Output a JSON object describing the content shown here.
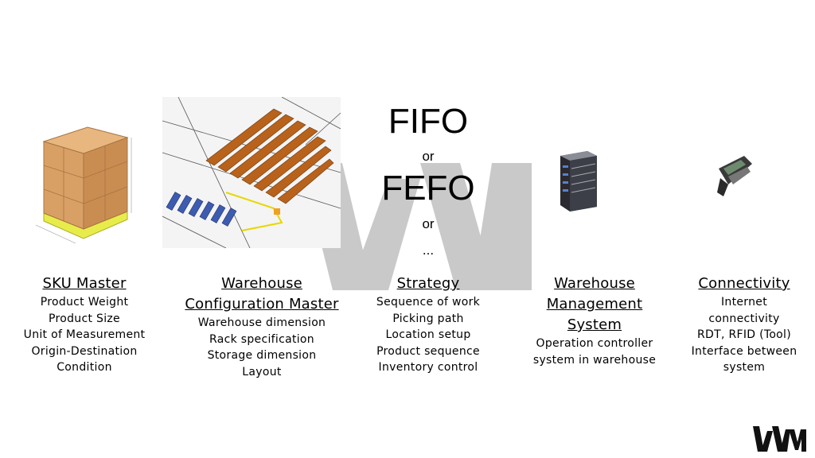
{
  "strategy_options": {
    "first": "FIFO",
    "or1": "or",
    "second": "FEFO",
    "or2": "or",
    "more": "..."
  },
  "columns": [
    {
      "title": [
        "SKU Master"
      ],
      "items": [
        "Product Weight",
        "Product Size",
        "Unit of Measurement",
        "Origin-Destination",
        "Condition"
      ],
      "image": "pallet-of-boxes"
    },
    {
      "title": [
        "Warehouse",
        "Configuration Master"
      ],
      "items": [
        "Warehouse dimension",
        "Rack specification",
        "Storage dimension",
        "Layout"
      ],
      "image": "warehouse-layout"
    },
    {
      "title": [
        "Strategy"
      ],
      "items": [
        "Sequence of work",
        "Picking path",
        "Location setup",
        "Product sequence",
        "Inventory control"
      ]
    },
    {
      "title": [
        "Warehouse",
        "Management",
        "System"
      ],
      "items": [
        "Operation controller",
        "system in warehouse"
      ],
      "image": "server"
    },
    {
      "title": [
        "Connectivity"
      ],
      "items": [
        "Internet",
        "connectivity",
        "RDT, RFID (Tool)",
        "Interface between",
        "system"
      ],
      "image": "handheld-scanner"
    }
  ],
  "logo": "WM",
  "colors": {
    "watermark": "#c9c9c9",
    "box": "#d9a066",
    "pallet": "#e8ec4a",
    "rack": "#b8621b",
    "forklift": "#3d5bb0"
  }
}
